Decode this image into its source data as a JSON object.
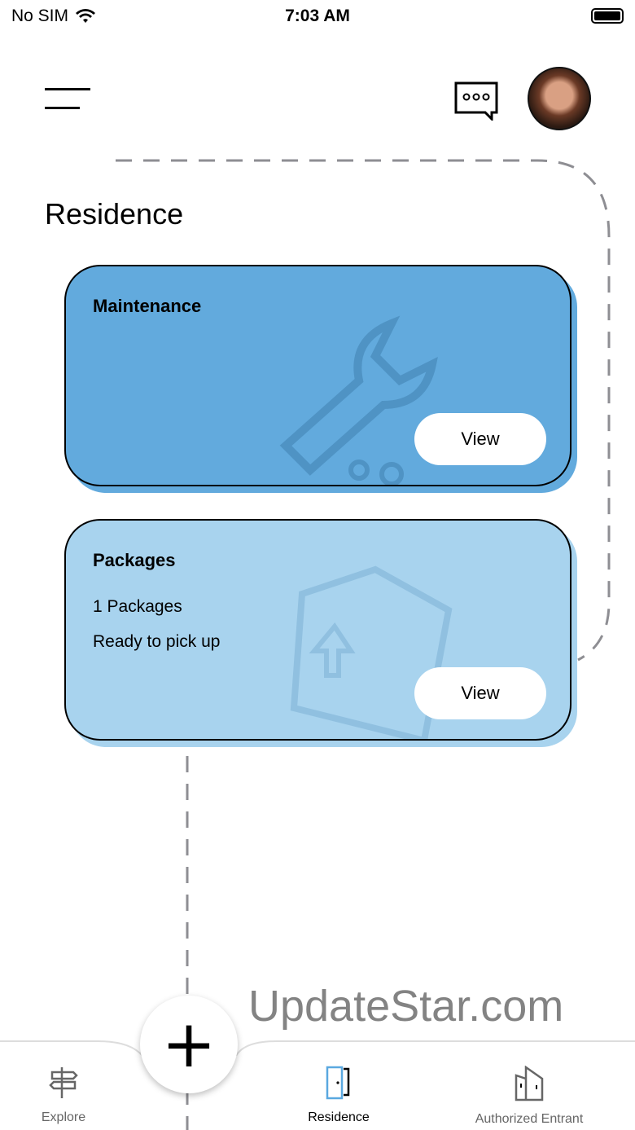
{
  "status_bar": {
    "carrier": "No SIM",
    "time": "7:03 AM"
  },
  "header": {
    "title": "Residence"
  },
  "cards": [
    {
      "title": "Maintenance",
      "lines": [],
      "button": "View",
      "color": "#62aadd"
    },
    {
      "title": "Packages",
      "lines": [
        "1 Packages",
        "Ready to pick up"
      ],
      "button": "View",
      "color": "#a8d3ee"
    }
  ],
  "tabbar": {
    "items": [
      {
        "label": "Explore"
      },
      {
        "label": "Residence",
        "active": true
      },
      {
        "label": "Authorized Entrant"
      }
    ],
    "fab": "+"
  },
  "watermark": "UpdateStar.com"
}
